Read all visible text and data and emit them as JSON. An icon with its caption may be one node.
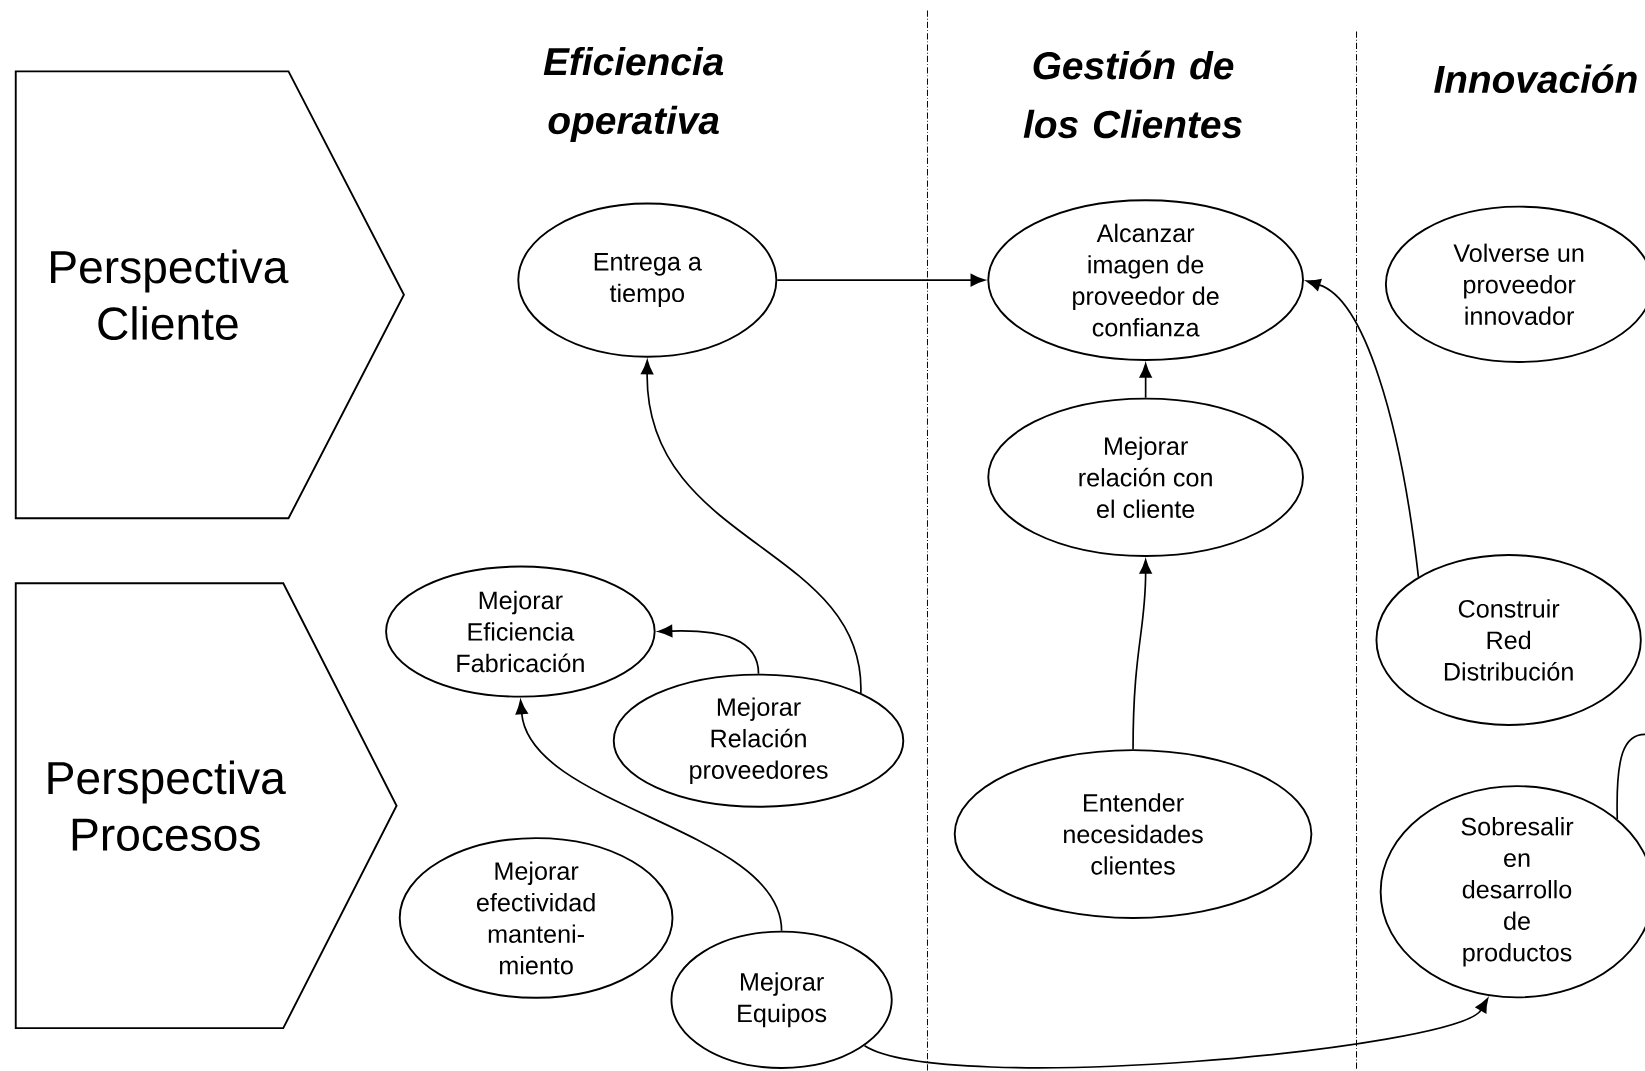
{
  "diagram": {
    "nodes": [
      {
        "text": [
          "Perspectiva Cliente"
        ]
      },
      {
        "text": [
          "Perspectiva Procesos"
        ]
      },
      {
        "text": [
          "Entrega a tiempo"
        ]
      },
      {
        "text": [
          "Alcanzar imagen de proveedor de confianza"
        ]
      },
      {
        "text": [
          "Volverse un proveedor innovador"
        ]
      },
      {
        "text": [
          "Mejorar relación con el cliente"
        ]
      },
      {
        "text": [
          "Mejorar Eficiencia Fabricación"
        ]
      },
      {
        "text": [
          "Mejorar Relación proveedores"
        ]
      },
      {
        "text": [
          "Construir Red Distribución"
        ]
      },
      {
        "text": [
          "Entender necesidades clientes"
        ]
      },
      {
        "text": [
          "Mejorar efectividad manteni- miento"
        ]
      },
      {
        "text": [
          "Sobresalir en desarrollo de productos"
        ]
      },
      {
        "text": [
          "Mejorar Equipos"
        ]
      }
    ],
    "edges": [
      {
        "from": 2,
        "to": 3,
        "arrow": "to"
      },
      {
        "from": 5,
        "to": 3,
        "arrow": "to"
      },
      {
        "from": 9,
        "to": 5,
        "arrow": "to"
      },
      {
        "from": 8,
        "to": 3,
        "arrow": "to"
      },
      {
        "from": 7,
        "to": 2,
        "arrow": "to"
      },
      {
        "from": 7,
        "to": 6,
        "arrow": "to"
      },
      {
        "from": 12,
        "to": 6,
        "arrow": "to"
      },
      {
        "from": 12,
        "to": 11,
        "arrow": "to"
      },
      {
        "from": 11,
        "to": null,
        "arrow": "none"
      }
    ],
    "labels": [
      "Eficiencia operativa",
      "Gestión de los Clientes",
      "Innovación"
    ]
  }
}
